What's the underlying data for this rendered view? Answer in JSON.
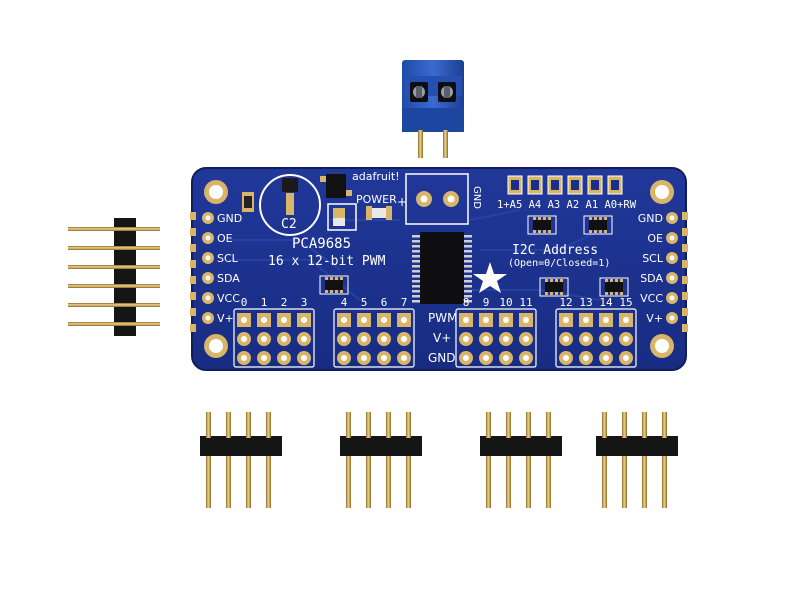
{
  "board": {
    "brand": "adafruit!",
    "power_label": "POWER",
    "chip_name": "PCA9685",
    "chip_desc": "16 x 12-bit PWM",
    "cap_label": "C2",
    "terminal_plus": "+",
    "terminal_gnd": "GND",
    "addr_header": "1+A5 A4 A3 A2 A1 A0+RW",
    "i2c_title": "I2C Address",
    "i2c_sub": "(Open=0/Closed=1)",
    "left_pins": [
      "GND",
      "OE",
      "SCL",
      "SDA",
      "VCC",
      "V+"
    ],
    "right_pins": [
      "GND",
      "OE",
      "SCL",
      "SDA",
      "VCC",
      "V+"
    ],
    "channel_numbers": [
      "0",
      "1",
      "2",
      "3",
      "4",
      "5",
      "6",
      "7",
      "8",
      "9",
      "10",
      "11",
      "12",
      "13",
      "14",
      "15"
    ],
    "row_labels": [
      "PWM",
      "V+",
      "GND"
    ]
  },
  "colors": {
    "pcb": "#1a2f88",
    "pcb_dark": "#14246c",
    "silkscreen": "#ffffff",
    "pad_gold": "#d9b56a",
    "terminal_blue": "#2a56b8",
    "header_black": "#151515",
    "pin_gold": "#c9a24a"
  },
  "icons": [
    "adafruit-star-logo"
  ]
}
